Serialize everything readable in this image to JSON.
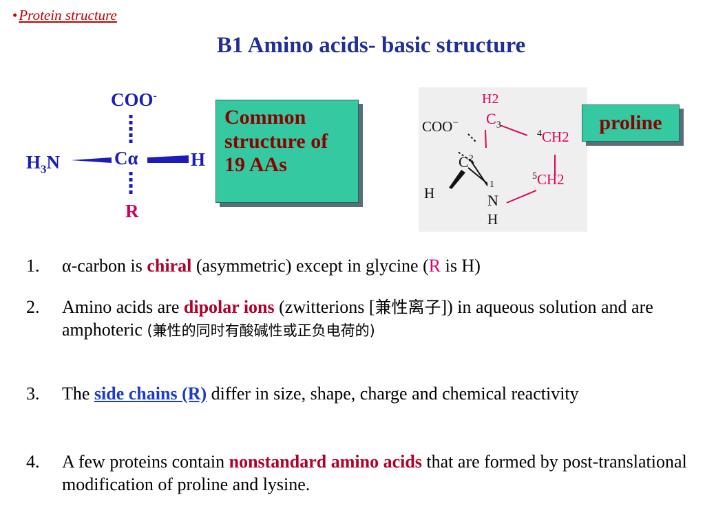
{
  "topic": "Protein structure",
  "title": "B1 Amino acids- basic structure",
  "molecule": {
    "top": "COO",
    "top_sup": "-",
    "center": "Cα",
    "left_main": "H",
    "left_sub": "3",
    "left_end": "N",
    "right": "H",
    "bottom": "R"
  },
  "callout": "Common structure of 19 AAs",
  "proline_label": "proline",
  "proline_structure": {
    "coo": "COO",
    "coo_sup": "−",
    "h2_top": "H2",
    "c3": "C",
    "n3": "3",
    "ch2_4": "CH2",
    "n4": "4",
    "c2": "C",
    "n2": "2",
    "h_left": "H",
    "n1": "1",
    "nitrogen": "N",
    "h_bottom": "H",
    "n5": "5",
    "ch2_5": "CH2"
  },
  "items": [
    {
      "num": "1.",
      "alpha": "α",
      "t1": "-carbon is ",
      "kw": "chiral",
      "t2": " (asymmetric) except in glycine (",
      "r": "R",
      "t3": " is H)"
    },
    {
      "num": "2.",
      "t1": "Amino acids  are ",
      "kw": "dipolar ions",
      "t2": " (zwitterions [",
      "cn1": "兼性离子",
      "t3": "]) in aqueous solution and are amphoteric ",
      "cn2": "(兼性的同时有酸碱性或正负电荷的)"
    },
    {
      "num": "3.",
      "t1": "The ",
      "kw": "side chains (R)",
      "t2": " differ in size, shape, charge and chemical reactivity"
    },
    {
      "num": "4.",
      "t1": "A few proteins contain ",
      "kw": "nonstandard amino acids",
      "t2": " that are formed by post-translational modification of proline and lysine."
    }
  ]
}
